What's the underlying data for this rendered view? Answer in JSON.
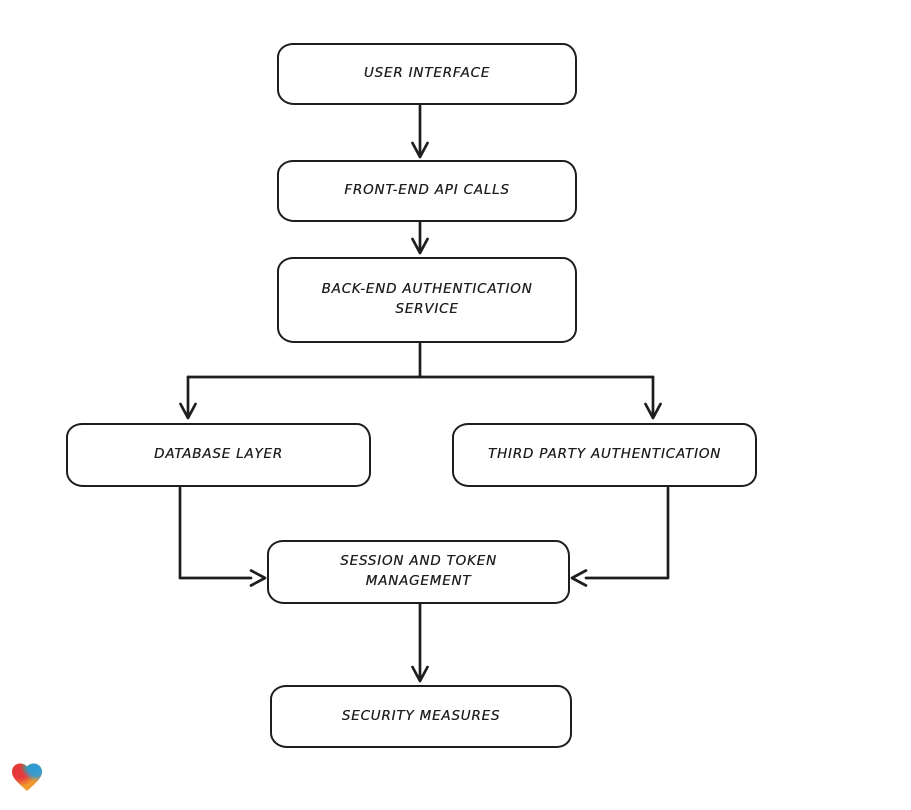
{
  "app": {
    "background": "#ffffff"
  },
  "diagram": {
    "type": "flowchart",
    "stroke_color": "#1e1e1e",
    "node_fill": "#ffffff",
    "text_color": "#1e1e1e",
    "nodes": [
      {
        "id": "user-interface",
        "label": "USER INTERFACE"
      },
      {
        "id": "front-end-api-calls",
        "label": "FRONT-END API CALLS"
      },
      {
        "id": "back-end-authentication-service",
        "label": "BACK-END AUTHENTICATION\nSERVICE"
      },
      {
        "id": "database-layer",
        "label": "DATABASE LAYER"
      },
      {
        "id": "third-party-authentication",
        "label": "THIRD PARTY AUTHENTICATION"
      },
      {
        "id": "session-and-token-management",
        "label": "SESSION AND TOKEN\nMANAGEMENT"
      },
      {
        "id": "security-measures",
        "label": "SECURITY MEASURES"
      }
    ],
    "edges": [
      {
        "from": "user-interface",
        "to": "front-end-api-calls"
      },
      {
        "from": "front-end-api-calls",
        "to": "back-end-authentication-service"
      },
      {
        "from": "back-end-authentication-service",
        "to": "database-layer"
      },
      {
        "from": "back-end-authentication-service",
        "to": "third-party-authentication"
      },
      {
        "from": "database-layer",
        "to": "session-and-token-management"
      },
      {
        "from": "third-party-authentication",
        "to": "session-and-token-management"
      },
      {
        "from": "session-and-token-management",
        "to": "security-measures"
      }
    ],
    "watermark": {
      "icon": "heart-logo",
      "colors": [
        "#e5353d",
        "#2b9cd8",
        "#f0992d"
      ]
    }
  }
}
